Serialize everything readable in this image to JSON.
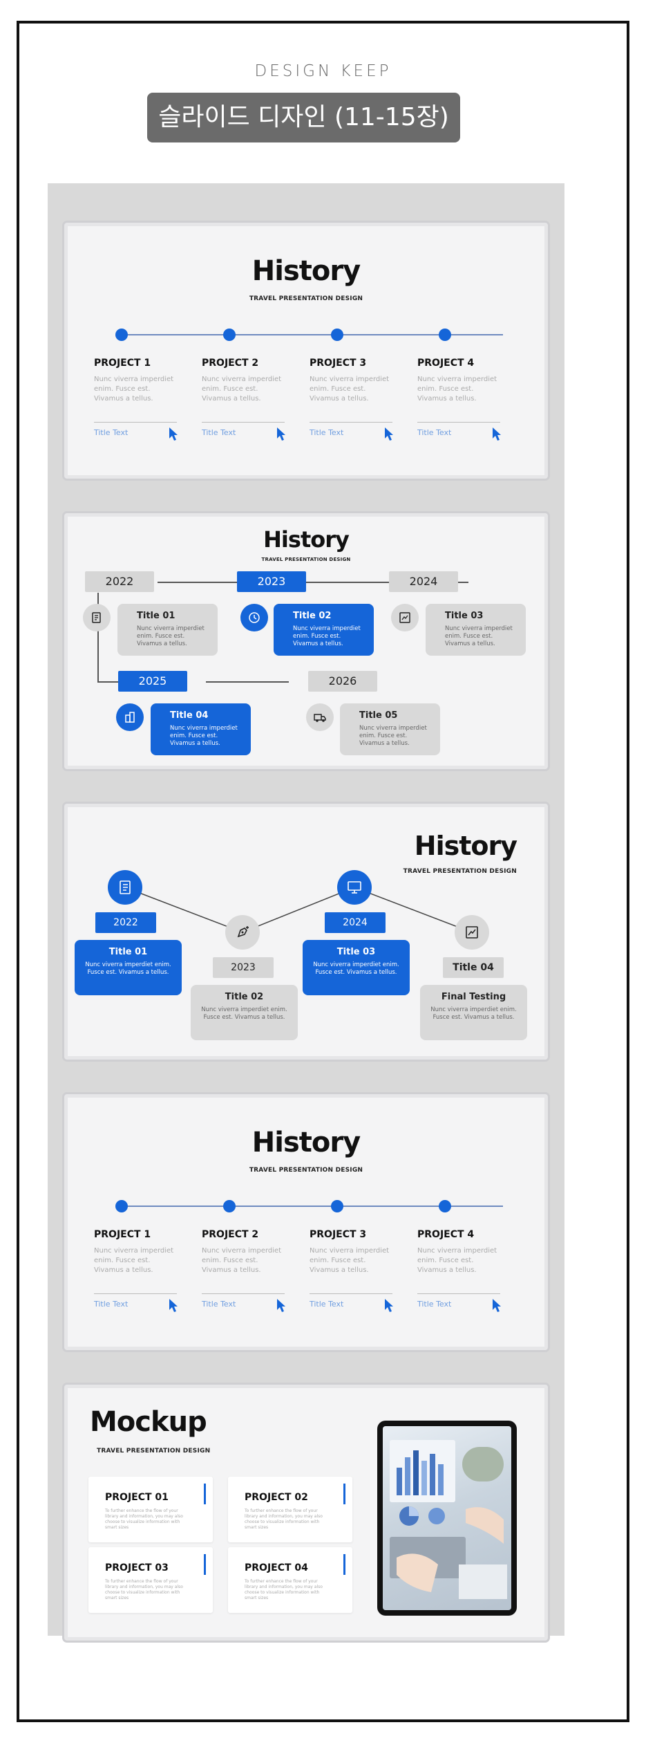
{
  "header": {
    "brand": "DESIGN KEEP",
    "title": "슬라이드 디자인 (11-15장)"
  },
  "colors": {
    "accent": "#1565d8",
    "gray_box": "#d9d9d9",
    "background": "#f4f4f5"
  },
  "slide1": {
    "title": "History",
    "subtitle": "TRAVEL PRESENTATION DESIGN",
    "projects": [
      {
        "name": "PROJECT 1",
        "desc": "Nunc viverra imperdiet enim. Fusce est. Vivamus a tellus.",
        "link": "Title Text"
      },
      {
        "name": "PROJECT 2",
        "desc": "Nunc viverra imperdiet enim. Fusce est. Vivamus a tellus.",
        "link": "Title Text"
      },
      {
        "name": "PROJECT 3",
        "desc": "Nunc viverra imperdiet enim. Fusce est. Vivamus a tellus.",
        "link": "Title Text"
      },
      {
        "name": "PROJECT 4",
        "desc": "Nunc viverra imperdiet enim. Fusce est. Vivamus a tellus.",
        "link": "Title Text"
      }
    ]
  },
  "slide2": {
    "title": "History",
    "subtitle": "TRAVEL PRESENTATION DESIGN",
    "years": [
      "2022",
      "2023",
      "2024",
      "2025",
      "2026"
    ],
    "cards": [
      {
        "title": "Title 01",
        "desc": "Nunc viverra imperdiet enim. Fusce est. Vivamus a tellus."
      },
      {
        "title": "Title 02",
        "desc": "Nunc viverra imperdiet enim. Fusce est. Vivamus a tellus."
      },
      {
        "title": "Title 03",
        "desc": "Nunc viverra imperdiet enim. Fusce est. Vivamus a tellus."
      },
      {
        "title": "Title 04",
        "desc": "Nunc viverra imperdiet enim. Fusce est. Vivamus a tellus."
      },
      {
        "title": "Title 05",
        "desc": "Nunc viverra imperdiet enim. Fusce est. Vivamus a tellus."
      }
    ]
  },
  "slide3": {
    "title": "History",
    "subtitle": "TRAVEL PRESENTATION DESIGN",
    "years": [
      "2022",
      "2023",
      "2024"
    ],
    "cards": [
      {
        "title": "Title 01",
        "desc": "Nunc viverra imperdiet enim. Fusce est. Vivamus a tellus."
      },
      {
        "title": "Title 02",
        "desc": "Nunc viverra imperdiet enim. Fusce est. Vivamus a tellus."
      },
      {
        "title": "Title 03",
        "desc": "Nunc viverra imperdiet enim. Fusce est. Vivamus a tellus."
      },
      {
        "title": "Final Testing",
        "desc": "Nunc viverra imperdiet enim. Fusce est. Vivamus a tellus."
      }
    ],
    "label4": "Title 04"
  },
  "slide4": {
    "title": "History",
    "subtitle": "TRAVEL PRESENTATION DESIGN",
    "projects": [
      {
        "name": "PROJECT 1",
        "desc": "Nunc viverra imperdiet enim. Fusce est. Vivamus a tellus.",
        "link": "Title Text"
      },
      {
        "name": "PROJECT 2",
        "desc": "Nunc viverra imperdiet enim. Fusce est. Vivamus a tellus.",
        "link": "Title Text"
      },
      {
        "name": "PROJECT 3",
        "desc": "Nunc viverra imperdiet enim. Fusce est. Vivamus a tellus.",
        "link": "Title Text"
      },
      {
        "name": "PROJECT 4",
        "desc": "Nunc viverra imperdiet enim. Fusce est. Vivamus a tellus.",
        "link": "Title Text"
      }
    ]
  },
  "slide5": {
    "title": "Mockup",
    "subtitle": "TRAVEL PRESENTATION DESIGN",
    "projects": [
      {
        "name": "PROJECT 01",
        "desc": "To further enhance the flow of your library and information, you may also choose to visualize information with smart sizes"
      },
      {
        "name": "PROJECT 02",
        "desc": "To further enhance the flow of your library and information, you may also choose to visualize information with smart sizes"
      },
      {
        "name": "PROJECT 03",
        "desc": "To further enhance the flow of your library and information, you may also choose to visualize information with smart sizes"
      },
      {
        "name": "PROJECT 04",
        "desc": "To further enhance the flow of your library and information, you may also choose to visualize information with smart sizes"
      }
    ]
  }
}
